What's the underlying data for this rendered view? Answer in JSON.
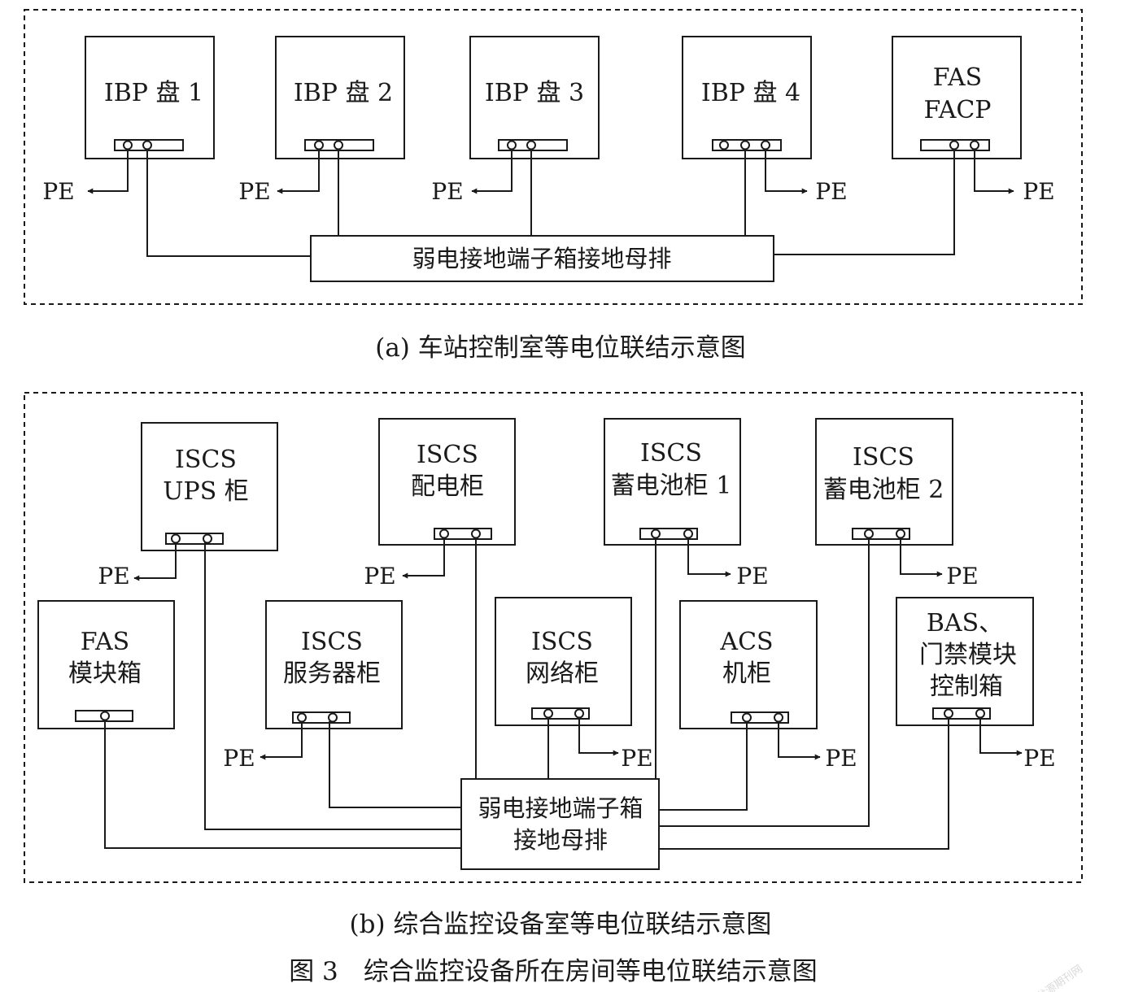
{
  "diagram_a": {
    "boxes": [
      {
        "lines": [
          "IBP 盘 1"
        ]
      },
      {
        "lines": [
          "IBP 盘 2"
        ]
      },
      {
        "lines": [
          "IBP 盘 3"
        ]
      },
      {
        "lines": [
          "IBP 盘 4"
        ]
      },
      {
        "lines": [
          "FAS",
          "FACP"
        ]
      }
    ],
    "busbar": "弱电接地端子箱接地母排",
    "pe": "PE",
    "caption": "(a) 车站控制室等电位联结示意图"
  },
  "diagram_b": {
    "boxes": [
      {
        "lines": [
          "ISCS",
          "UPS 柜"
        ]
      },
      {
        "lines": [
          "ISCS",
          "配电柜"
        ]
      },
      {
        "lines": [
          "ISCS",
          "蓄电池柜 1"
        ]
      },
      {
        "lines": [
          "ISCS",
          "蓄电池柜 2"
        ]
      },
      {
        "lines": [
          "FAS",
          "模块箱"
        ]
      },
      {
        "lines": [
          "ISCS",
          "服务器柜"
        ]
      },
      {
        "lines": [
          "ISCS",
          "网络柜"
        ]
      },
      {
        "lines": [
          "ACS",
          "机柜"
        ]
      },
      {
        "lines": [
          "BAS、",
          "门禁模块",
          "控制箱"
        ]
      }
    ],
    "busbar": [
      "弱电接地端子箱",
      "接地母排"
    ],
    "pe": "PE",
    "caption": "(b) 综合监控设备室等电位联结示意图"
  },
  "figure_caption": "图 3　综合监控设备所在房间等电位联结示意图",
  "watermark": "龙源期刊网"
}
